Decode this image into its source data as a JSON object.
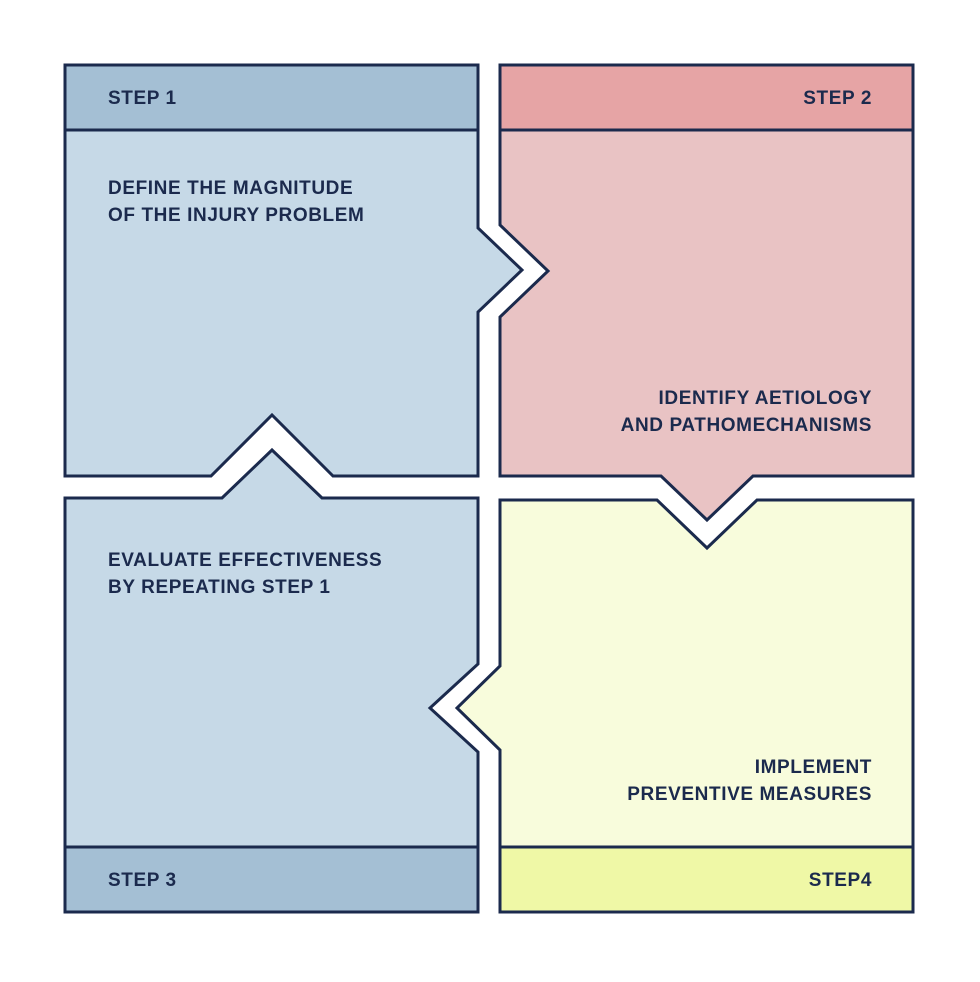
{
  "colors": {
    "background": "#ffffff",
    "navy": "#1b2a4d",
    "blue_header": "#a4bfd4",
    "blue_body": "#c6d9e7",
    "pink_header": "#e6a4a5",
    "pink_body": "#e9c3c4",
    "yellow_body": "#f8fcdc",
    "yellow_footer": "#eff8a6"
  },
  "diagram": {
    "type": "cyclic-4-step-puzzle-flow",
    "steps": [
      {
        "id": "step-1",
        "position": "top-left",
        "badge": "STEP 1",
        "badge_placement": "header-left",
        "lines": [
          "DEFINE THE MAGNITUDE",
          "OF THE INJURY PROBLEM"
        ],
        "arrow_direction": "right",
        "arrow_points_to": "STEP 2"
      },
      {
        "id": "step-2",
        "position": "top-right",
        "badge": "STEP 2",
        "badge_placement": "header-right",
        "lines": [
          "IDENTIFY AETIOLOGY",
          "AND PATHOMECHANISMS"
        ],
        "arrow_direction": "down",
        "arrow_points_to": "STEP4"
      },
      {
        "id": "step-3",
        "position": "bottom-left",
        "badge": "STEP 3",
        "badge_placement": "footer-left",
        "lines": [
          "EVALUATE EFFECTIVENESS",
          "BY REPEATING STEP 1"
        ],
        "arrow_direction": "up",
        "arrow_points_to": "STEP 1"
      },
      {
        "id": "step-4",
        "position": "bottom-right",
        "badge": "STEP4",
        "badge_placement": "footer-right",
        "lines": [
          "IMPLEMENT",
          "PREVENTIVE MEASURES"
        ],
        "arrow_direction": "left",
        "arrow_points_to": "STEP 3"
      }
    ]
  }
}
